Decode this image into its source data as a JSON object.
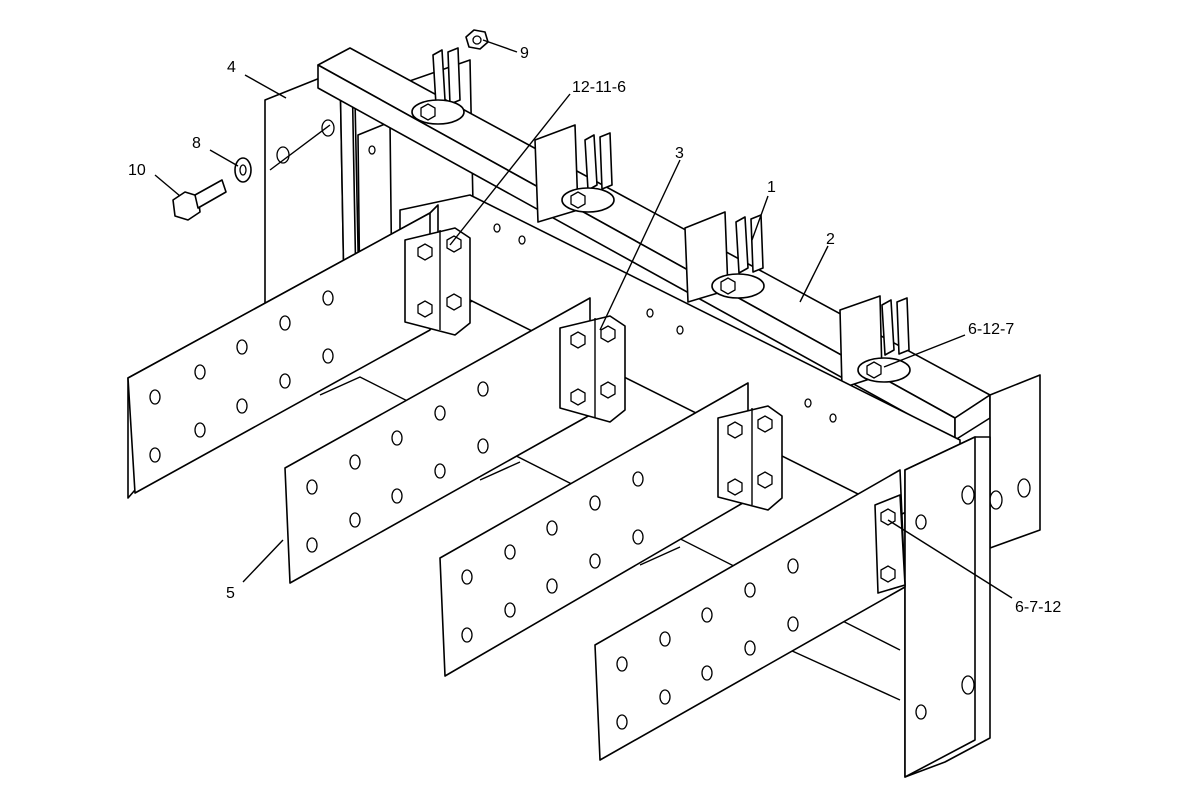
{
  "callouts": {
    "c1": "1",
    "c2": "2",
    "c3": "3",
    "c4": "4",
    "c5": "5",
    "c8": "8",
    "c9": "9",
    "c10": "10",
    "c12_11_6": "12-11-6",
    "c6_12_7": "6-12-7",
    "c6_7_12": "6-7-12"
  },
  "colors": {
    "line": "#000000",
    "background": "#ffffff"
  }
}
